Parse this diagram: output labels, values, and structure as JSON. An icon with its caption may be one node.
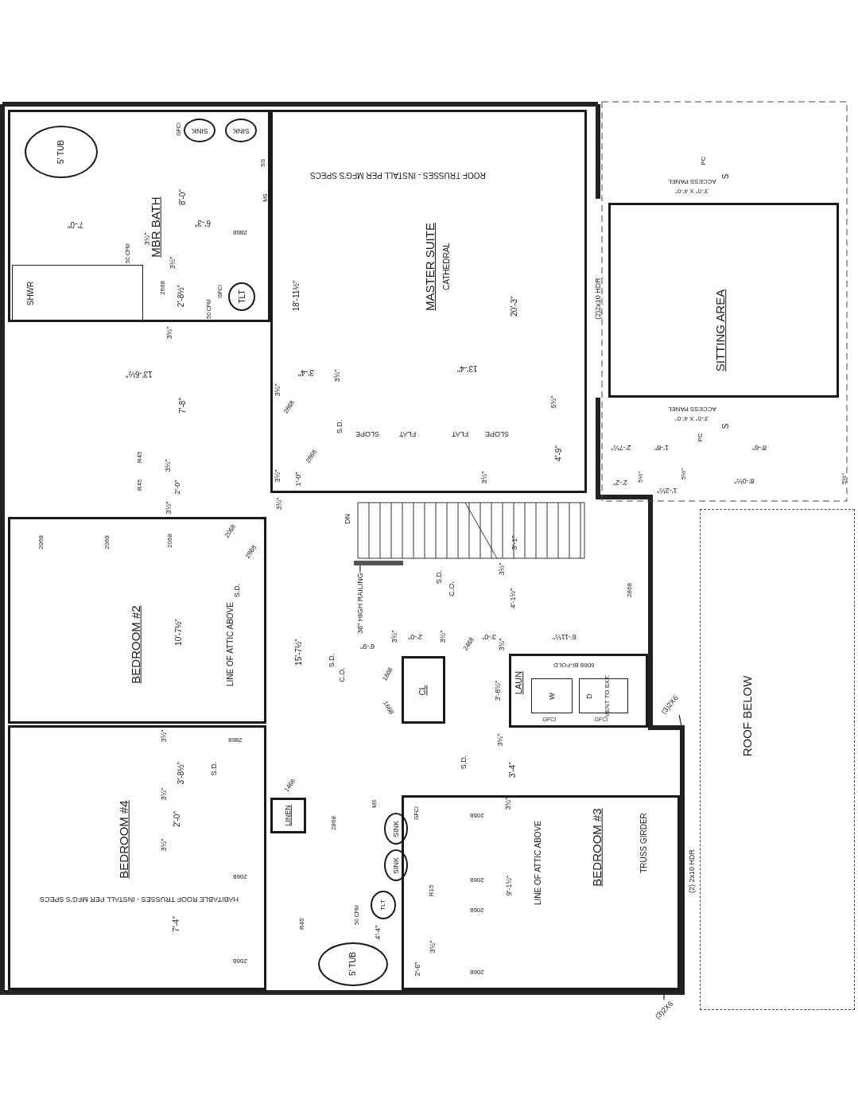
{
  "diagram": {
    "nodes": [
      {
        "text": [
          "MBR BATH"
        ]
      },
      {
        "text": [
          "5' TUB"
        ],
        "in": 0
      },
      {
        "text": [
          "SINK"
        ],
        "in": 0
      },
      {
        "text": [
          "SINK"
        ],
        "in": 0
      },
      {
        "text": [
          "SHWR"
        ],
        "in": 0
      },
      {
        "text": [
          "TLT"
        ],
        "in": 0
      },
      {
        "text": [
          "MASTER SUITE",
          "CATHEDRAL"
        ]
      },
      {
        "text": [
          "SITTING AREA"
        ]
      },
      {
        "text": [
          "BEDROOM #2"
        ]
      },
      {
        "text": [
          "CL"
        ]
      },
      {
        "text": [
          "LAUN"
        ]
      },
      {
        "text": [
          "W"
        ],
        "in": 10
      },
      {
        "text": [
          "D",
          "VENT TO EXT."
        ],
        "in": 10
      },
      {
        "text": [
          "BEDROOM #4"
        ]
      },
      {
        "text": [
          "LINEN"
        ]
      },
      {
        "text": [
          "SINK"
        ]
      },
      {
        "text": [
          "SINK"
        ]
      },
      {
        "text": [
          "TLT"
        ]
      },
      {
        "text": [
          "5' TUB"
        ]
      },
      {
        "text": [
          "BEDROOM #3"
        ]
      },
      {
        "text": [
          "ROOF BELOW"
        ]
      },
      {
        "text": [
          "36\" HIGH RAILING"
        ]
      },
      {
        "text": [],
        "shape": "bar"
      },
      {
        "text": [
          "(3)2X6"
        ]
      },
      {
        "text": [
          "(3)2X6"
        ]
      }
    ],
    "edges": [
      {
        "from": 21,
        "to": 22,
        "arrow": "none"
      },
      {
        "from": 23,
        "to": null,
        "arrow": "none"
      },
      {
        "from": 24,
        "to": 19,
        "arrow": "none"
      }
    ],
    "labels": [
      "ROOF TRUSSES - INSTALL PER MFG'S SPECS",
      "GFCI",
      "SS",
      "8'-0\"",
      "7'-0\"",
      "6'-3\"",
      "2868",
      "MS",
      "3½\"",
      "50 CFM",
      "3½\"",
      "2668",
      "2'-8½\"",
      "50 CFM",
      "GFCI",
      "3½\"",
      "18'-11½\"",
      "13'-6½\"",
      "7'-8\"",
      "3'-4\"",
      "3½\"",
      "3½\"",
      "2868",
      "S.D.",
      "SLOPE",
      "FLAT",
      "FLAT",
      "SLOPE",
      "13'-4\"",
      "20'-3\"",
      "(2)2x10 HDR",
      "ACCESS PANEL",
      "3'-0\" X 4'-0\"",
      "S",
      "PC",
      "5½\"",
      "ACCESS PANEL",
      "3'-0\" X 4'-0\"",
      "S",
      "PC",
      "4'-9\"",
      "3½\"",
      "2'-7½\"",
      "1'-8\"",
      "8'-6\"",
      "2'-2\"",
      "5½\"",
      "1'-2½\"",
      "5½\"",
      "8'-0½\"",
      "5½\"",
      "R45",
      "3½\"",
      "R45",
      "2'-0\"",
      "3½\"",
      "3½\"",
      "1'-0\"",
      "2868",
      "3½\"",
      "DN",
      "2068",
      "2068",
      "2068",
      "2068",
      "2868",
      "S.D.",
      "10'-7½\"",
      "LINE OF ATTIC ABOVE",
      "15'-7½\"",
      "S.D.",
      "C.O.",
      "3'-1\"",
      "3½\"",
      "4'-1½\"",
      "2868",
      "6'-9\"",
      "3½\"",
      "2'-0\"",
      "3½\"",
      "2468",
      "3'-0\"",
      "6'-11½\"",
      "3½\"",
      "6068 BI-FOLD",
      "S.D.",
      "C.O.",
      "1668",
      "1668",
      "3'-8½\"",
      "GFCI",
      "GFCI",
      "3½\"",
      "2868",
      "3½\"",
      "3'-8½\"",
      "S.D.",
      "S.D.",
      "3'-4\"",
      "3½\"",
      "2'-0\"",
      "3½\"",
      "1468",
      "MS",
      "2868",
      "GFCI",
      "2068",
      "3½\"",
      "2668",
      "HABITABLE ROOF TRUSSES - INSTALL PER MFG'S SPECS",
      "7'-4\"",
      "R45",
      "50 CFM",
      "4'-4\"",
      "R15",
      "2668",
      "2'-6\"",
      "3½\"",
      "2068",
      "9'-1½\"",
      "2068",
      "2068",
      "LINE OF ATTIC ABOVE",
      "TRUSS GIRDER",
      "(2) 2x10 HDR"
    ]
  }
}
